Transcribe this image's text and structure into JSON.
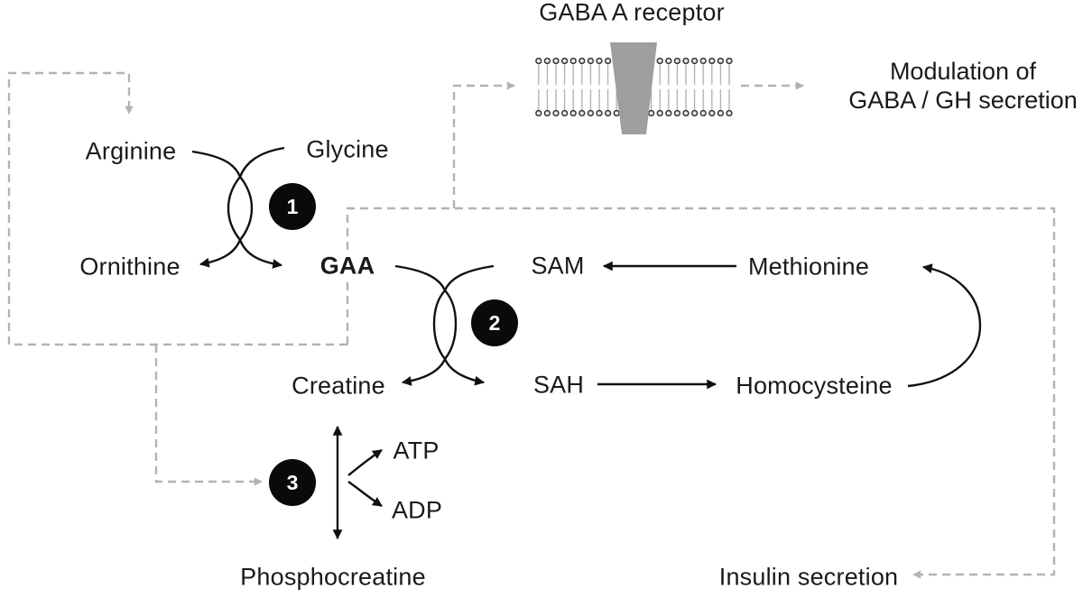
{
  "diagram_type": "metabolic-pathway",
  "labels": {
    "gaba_receptor": "GABA A receptor",
    "modulation_line1": "Modulation of",
    "modulation_line2": "GABA / GH secretion",
    "arginine": "Arginine",
    "glycine": "Glycine",
    "ornithine": "Ornithine",
    "gaa": "GAA",
    "sam": "SAM",
    "methionine": "Methionine",
    "creatine": "Creatine",
    "sah": "SAH",
    "homocysteine": "Homocysteine",
    "atp": "ATP",
    "adp": "ADP",
    "phosphocreatine": "Phosphocreatine",
    "insulin_secretion": "Insulin secretion"
  },
  "enzymes": {
    "step1": "1",
    "step2": "2",
    "step3": "3"
  },
  "colors": {
    "text": "#1a1a1a",
    "solid_arrow": "#111111",
    "dashed_arrow": "#b3b3b3",
    "receptor_fill": "#9e9e9e",
    "lipid_head_stroke": "#333333",
    "lipid_tail": "#aeaeae",
    "enzyme_fill": "#0a0a0a",
    "enzyme_text": "#ffffff",
    "background": "#ffffff"
  }
}
